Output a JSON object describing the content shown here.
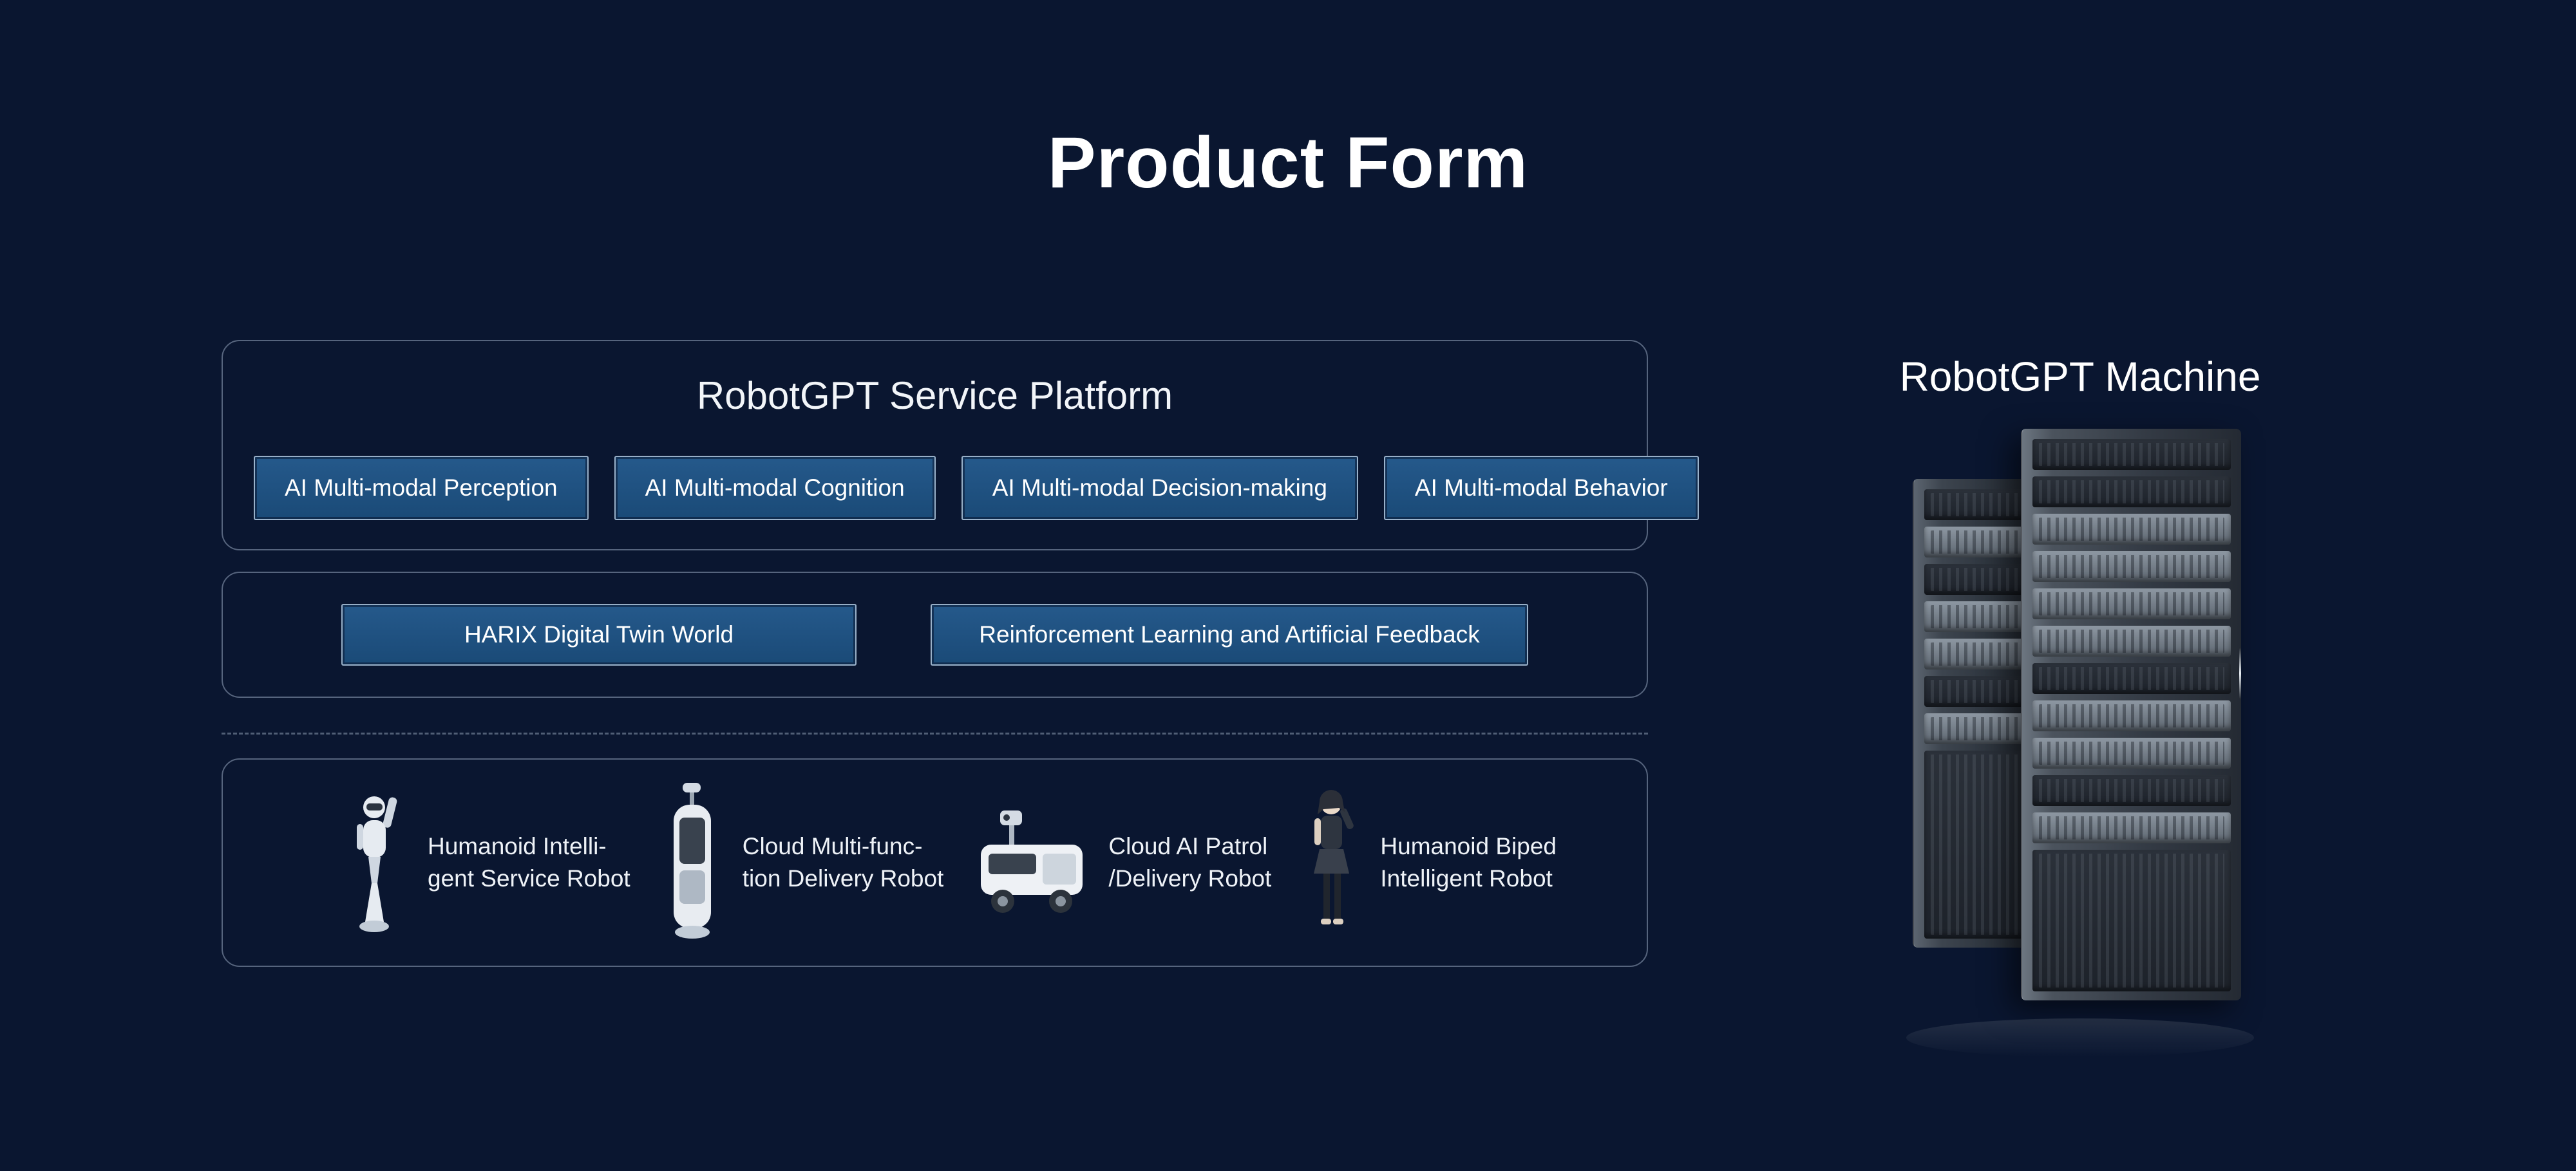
{
  "page": {
    "title": "Product Form"
  },
  "platform_box": {
    "title": "RobotGPT Service Platform",
    "modules": [
      "AI Multi-modal Perception",
      "AI Multi-modal Cognition",
      "AI Multi-modal Decision-making",
      "AI Multi-modal Behavior"
    ]
  },
  "capability_box": {
    "items": [
      "HARIX Digital Twin World",
      "Reinforcement Learning and Artificial Feedback"
    ]
  },
  "robots_box": {
    "items": [
      {
        "icon": "humanoid-service-robot-icon",
        "lines": [
          "Humanoid Intelli-",
          "gent Service Robot"
        ]
      },
      {
        "icon": "delivery-robot-icon",
        "lines": [
          "Cloud Multi-func-",
          "tion Delivery Robot"
        ]
      },
      {
        "icon": "patrol-robot-icon",
        "lines": [
          "Cloud AI Patrol",
          "/Delivery Robot"
        ]
      },
      {
        "icon": "biped-robot-icon",
        "lines": [
          "Humanoid Biped",
          "Intelligent Robot"
        ]
      }
    ]
  },
  "machine": {
    "title": "RobotGPT Machine",
    "icon": "server-rack-icon"
  },
  "colors": {
    "background": "#0a1630",
    "chip_fill": "#1c4f7e",
    "chip_border": "#c3d2e1",
    "box_border": "#96a5be",
    "text": "#ffffff"
  }
}
